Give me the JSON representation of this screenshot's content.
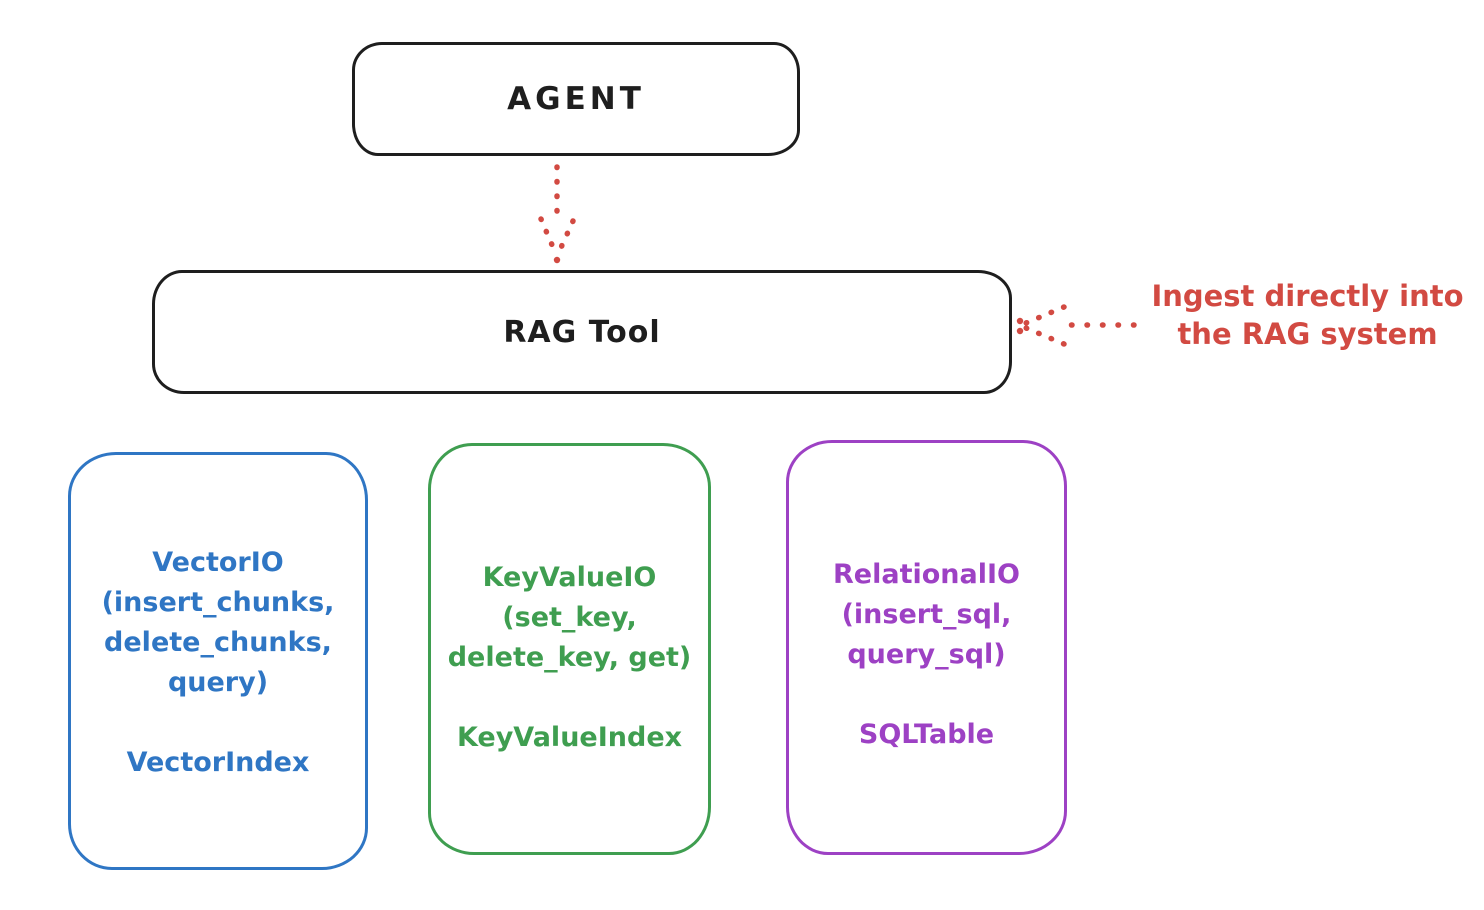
{
  "colors": {
    "ink": "#1e1e1e",
    "accent_red": "#d24a42",
    "accent_blue": "#2f76c4",
    "accent_green": "#3f9e50",
    "accent_purple": "#9d41c4",
    "background": "#ffffff"
  },
  "nodes": {
    "agent": {
      "label": "AGENT"
    },
    "rag_tool": {
      "label": "RAG Tool"
    },
    "vector": {
      "main": "VectorIO\n(insert_chunks,\ndelete_chunks,\nquery)",
      "index": "VectorIndex"
    },
    "keyvalue": {
      "main": "KeyValueIO\n(set_key,\ndelete_key, get)",
      "index": "KeyValueIndex"
    },
    "relational": {
      "main": "RelationalIO\n(insert_sql,\nquery_sql)",
      "index": "SQLTable"
    }
  },
  "annotation": {
    "text": "Ingest directly into\nthe RAG system"
  }
}
